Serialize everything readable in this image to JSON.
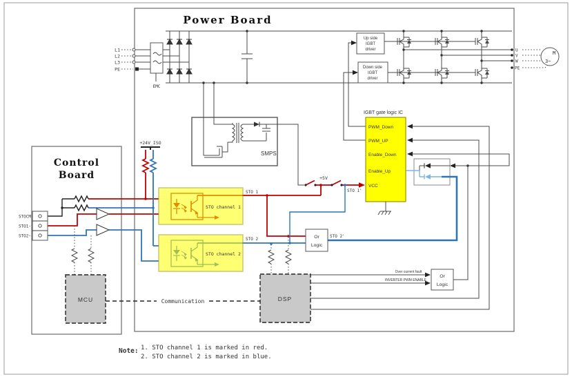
{
  "power_board": {
    "title": "Power Board"
  },
  "control_board": {
    "title_line1": "Control",
    "title_line2": "Board"
  },
  "ac_inputs": {
    "l1": "L1",
    "l2": "L2",
    "l3": "L3",
    "pe": "PE"
  },
  "emc": {
    "label": "EMC"
  },
  "smps": {
    "label": "SMPS"
  },
  "drivers": {
    "up": {
      "line1": "Up side",
      "line2": "IGBT",
      "line3": "driver"
    },
    "down": {
      "line1": "Down side",
      "line2": "IGBT",
      "line3": "driver"
    }
  },
  "ac_outputs": {
    "u": "U",
    "v": "V",
    "w": "W",
    "pe": "PE"
  },
  "motor": {
    "letter": "M",
    "phases": "3~"
  },
  "supplies": {
    "iso_24v": "+24V_ISO",
    "v5": "+5V"
  },
  "gate_ic": {
    "title": "IGBT gate logic IC",
    "pin_pwm_down": "PWM_Down",
    "pin_pwm_up": "PWM_UP",
    "pin_enable_down": "Enable_Down",
    "pin_enable_up": "Enable_Up",
    "pin_vcc": "VCC"
  },
  "sto": {
    "channel1_label": "STO channel 1",
    "channel2_label": "STO channel 2",
    "sto1": "STO 1",
    "sto2": "STO 2",
    "sto1_prime": "STO 1'",
    "sto2_prime": "STO 2'"
  },
  "connector": {
    "pin1": "STOCM",
    "pin2": "STO1-",
    "pin3": "STO2-"
  },
  "or_logic_sto": {
    "line1": "Or",
    "line2": "Logic"
  },
  "or_logic_enable": {
    "line1": "Or",
    "line2": "Logic",
    "input1": "Over current fault",
    "input2": "INVERTER PWM ENABLE"
  },
  "mcu": {
    "label": "MCU"
  },
  "dsp": {
    "label": "DSP"
  },
  "communication": {
    "label": "Communication"
  },
  "note": {
    "label": "Note:",
    "line1": "1. STO channel 1 is marked in red.",
    "line2": "2. STO channel 2 is marked in blue."
  },
  "colors": {
    "sto1_red": "#c00000",
    "sto2_blue": "#2e74b5",
    "enable_up_light_blue": "#7fb2e5",
    "ic_yellow": "#ffff00",
    "sto_box_yellow": "#ffff00",
    "block_gray": "#c9c9c9"
  }
}
